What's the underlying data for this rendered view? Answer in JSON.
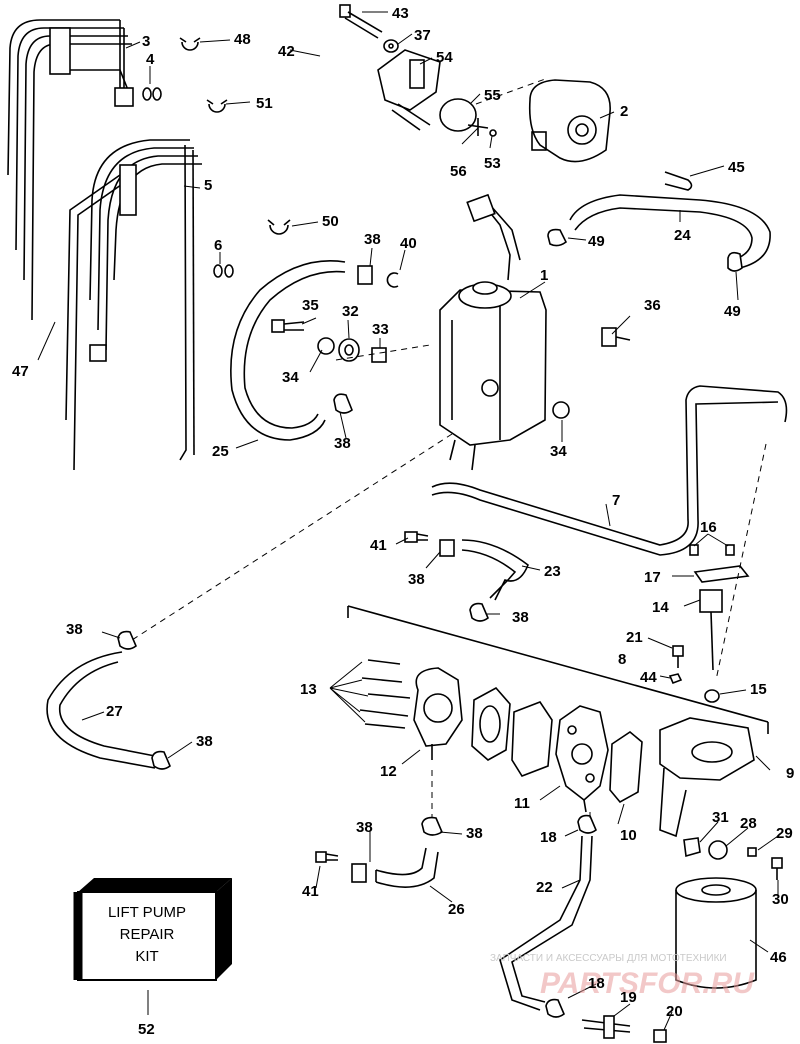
{
  "callouts": [
    "1",
    "2",
    "3",
    "4",
    "5",
    "6",
    "7",
    "8",
    "9",
    "10",
    "11",
    "12",
    "13",
    "14",
    "15",
    "16",
    "17",
    "18",
    "18",
    "19",
    "20",
    "21",
    "22",
    "23",
    "24",
    "25",
    "26",
    "27",
    "28",
    "29",
    "30",
    "31",
    "32",
    "33",
    "34",
    "34",
    "35",
    "36",
    "37",
    "38",
    "38",
    "38",
    "38",
    "38",
    "38",
    "38",
    "38",
    "40",
    "41",
    "41",
    "42",
    "43",
    "44",
    "45",
    "46",
    "47",
    "48",
    "49",
    "49",
    "50",
    "51",
    "52",
    "53",
    "54",
    "55",
    "56"
  ],
  "kit_box": {
    "line1": "LIFT PUMP",
    "line2": "REPAIR",
    "line3": "KIT"
  },
  "watermark": {
    "small": "ЗАПЧАСТИ И АКСЕССУАРЫ ДЛЯ МОТОТЕХНИКИ",
    "brand": "PARTSFOR.RU"
  }
}
